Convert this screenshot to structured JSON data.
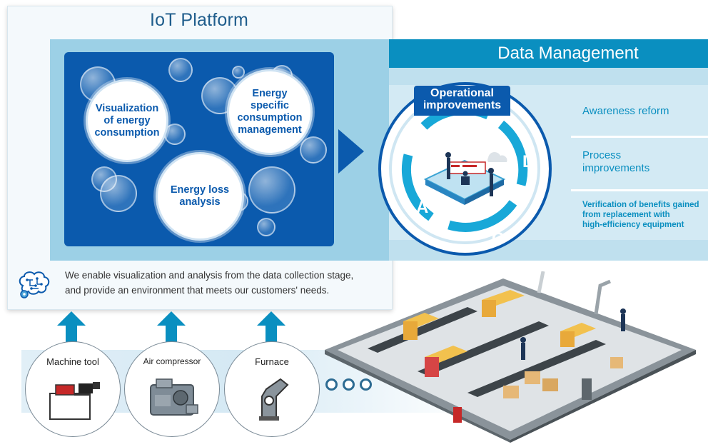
{
  "iot_platform": {
    "title": "IoT Platform",
    "bubbles": [
      {
        "id": "visualization",
        "label": "Visualization of energy consumption"
      },
      {
        "id": "specific",
        "label": "Energy specific consumption management"
      },
      {
        "id": "loss",
        "label": "Energy loss analysis"
      }
    ],
    "tagline_line1": "We enable visualization and analysis from the data collection stage,",
    "tagline_line2": "and provide an environment that meets our customers' needs."
  },
  "data_management": {
    "title": "Data Management",
    "operational": "Operational improvements",
    "cycle_letters": [
      "P",
      "D",
      "C",
      "A"
    ],
    "items": [
      {
        "line1": "Awareness reform"
      },
      {
        "line1": "Process",
        "line2": "improvements"
      },
      {
        "line1": "Verification of benefits gained",
        "line2": "from replacement with",
        "line3": "high-efficiency equipment"
      }
    ]
  },
  "equipment": [
    {
      "label": "Machine tool",
      "icon": "machine-tool-icon"
    },
    {
      "label": "Air compressor",
      "icon": "air-compressor-icon"
    },
    {
      "label": "Furnace",
      "icon": "furnace-icon"
    }
  ],
  "colors": {
    "dark_blue": "#0b5aad",
    "cyan": "#0a8fc0",
    "light_blue": "#9cd0e6"
  }
}
